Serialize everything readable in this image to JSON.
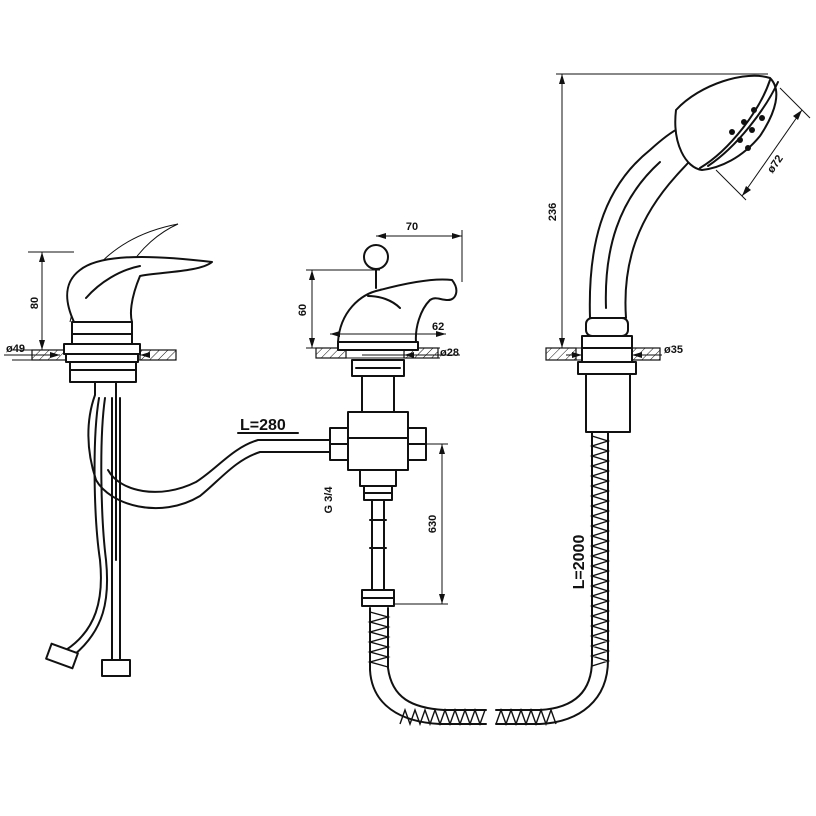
{
  "dimensions": {
    "left_height": "80",
    "left_diameter": "ø49",
    "center_width": "70",
    "center_height": "60",
    "center_spout": "62",
    "center_diameter": "ø28",
    "shower_height": "236",
    "shower_head_diameter": "ø72",
    "shower_mount_diameter": "ø35",
    "hose_length_left": "L=280",
    "thread": "G 3/4",
    "pipe_length": "630",
    "shower_hose_length": "L=2000"
  },
  "colors": {
    "line": "#111111",
    "background": "#ffffff"
  }
}
